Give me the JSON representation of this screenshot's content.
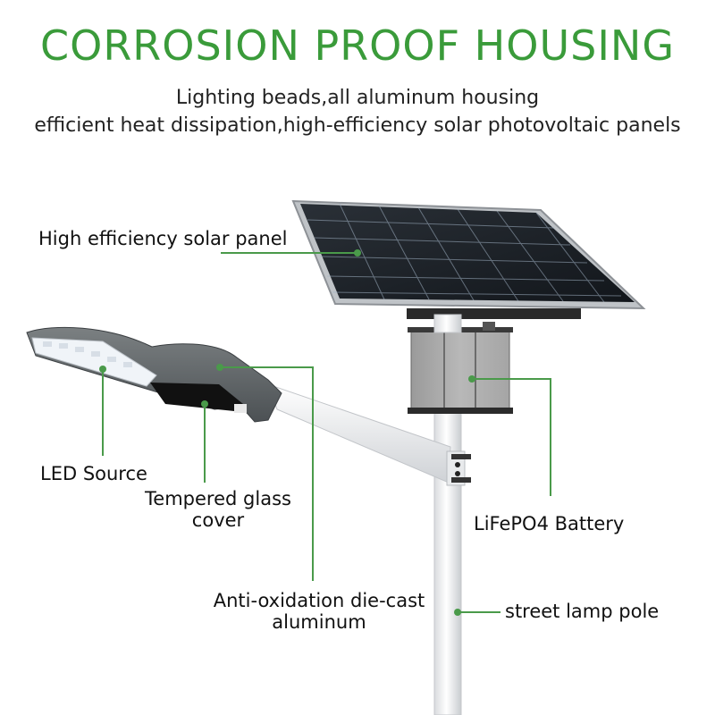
{
  "header": {
    "title": "CORROSION PROOF HOUSING",
    "subtitle_line1": "Lighting beads,all aluminum housing",
    "subtitle_line2": "efficient heat dissipation,high-efficiency solar photovoltaic panels"
  },
  "labels": {
    "solar_panel": "High efficiency solar panel",
    "led_source": "LED Source",
    "tempered_glass_line1": "Tempered glass",
    "tempered_glass_line2": "cover",
    "battery": "LiFePO4 Battery",
    "anti_oxidation_line1": "Anti-oxidation die-cast",
    "anti_oxidation_line2": "aluminum",
    "pole": "street lamp pole"
  },
  "colors": {
    "brand_green": "#3a9b3a",
    "callout_line": "#4a9a4a"
  }
}
